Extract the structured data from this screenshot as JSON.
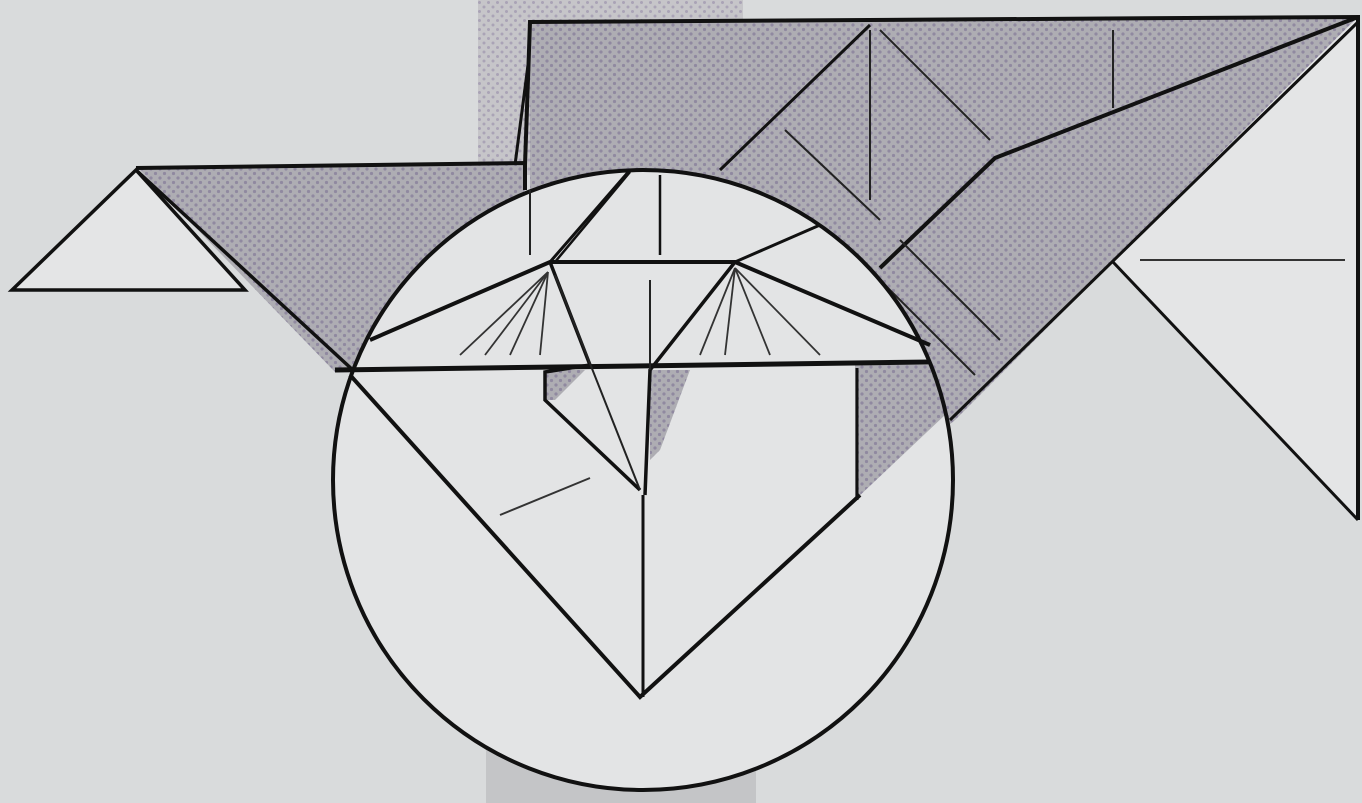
{
  "diagram": {
    "subject": "origami-folding-step",
    "colors": {
      "background": "#d9dbdc",
      "paper_light": "#e6e7e8",
      "paper_shaded": "#a9a9ae",
      "dot_pattern": "#9a92a6",
      "grey_band": "#c4c5c7",
      "line": "#111111",
      "thin_line": "#2a2a2a"
    },
    "elements": [
      "background-band",
      "shaded-paper-upper",
      "shaded-paper-left",
      "light-flap-left",
      "light-flap-right",
      "inner-pleats",
      "crease-lines",
      "magnifier-circle"
    ]
  }
}
